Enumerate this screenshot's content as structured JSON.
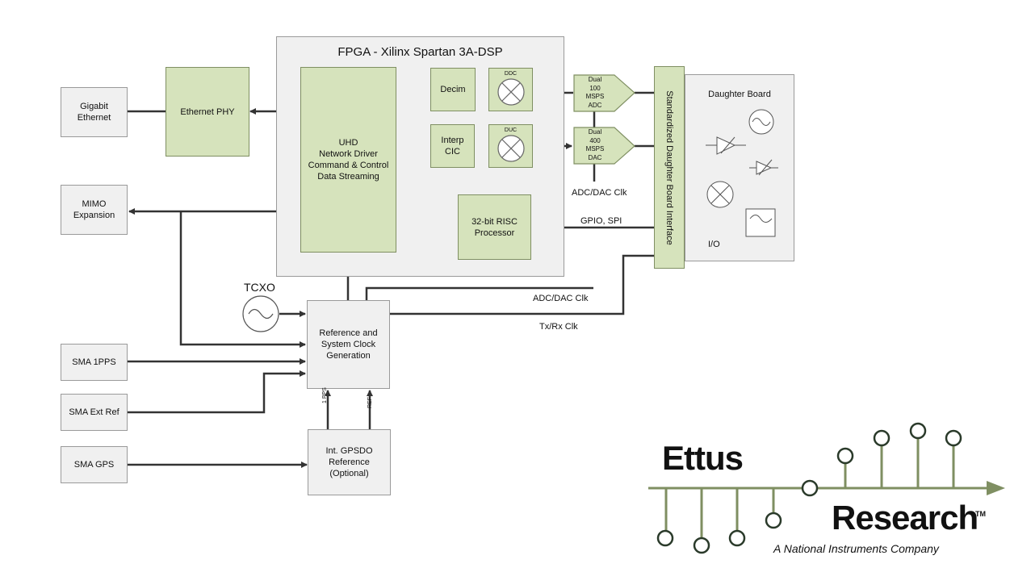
{
  "fpga": {
    "title": "FPGA - Xilinx Spartan 3A-DSP"
  },
  "blocks": {
    "gigabit_ethernet": "Gigabit\nEthernet",
    "ethernet_phy": "Ethernet PHY",
    "mimo_expansion": "MIMO\nExpansion",
    "uhd": "UHD\nNetwork Driver\nCommand & Control\nData Streaming",
    "decim": "Decim",
    "interp": "Interp\nCIC",
    "ddc": "DDC",
    "duc": "DUC",
    "risc": "32-bit RISC\nProcessor",
    "adc": "Dual\n100\nMSPS\nADC",
    "dac": "Dual\n400\nMSPS\nDAC",
    "daughter_interface": "Standardized Daughter Board Interface",
    "daughter_board": "Daughter Board",
    "io": "I/O",
    "tcxo": "TCXO",
    "ref_clock": "Reference and\nSystem Clock\nGeneration",
    "sma_1pps": "SMA 1PPS",
    "sma_ext_ref": "SMA Ext Ref",
    "sma_gps": "SMA GPS",
    "gpsdo": "Int. GPSDO\nReference\n(Optional)"
  },
  "labels": {
    "adc_dac_clk_top": "ADC/DAC Clk",
    "gpio_spi": "GPIO, SPI",
    "adc_dac_clk_bottom": "ADC/DAC Clk",
    "tx_rx_clk": "Tx/Rx Clk",
    "pps_arrow": "1 PPS",
    "ref_arrow": "REF"
  },
  "logo": {
    "name_top": "Ettus",
    "name_bottom": "Research",
    "trademark": "TM",
    "tagline": "A National Instruments Company"
  },
  "colors": {
    "block_green": "#d6e3bc",
    "block_gray": "#f0f0f0",
    "logo_green": "#7f8f62",
    "logo_dark": "#2a3a2a"
  }
}
